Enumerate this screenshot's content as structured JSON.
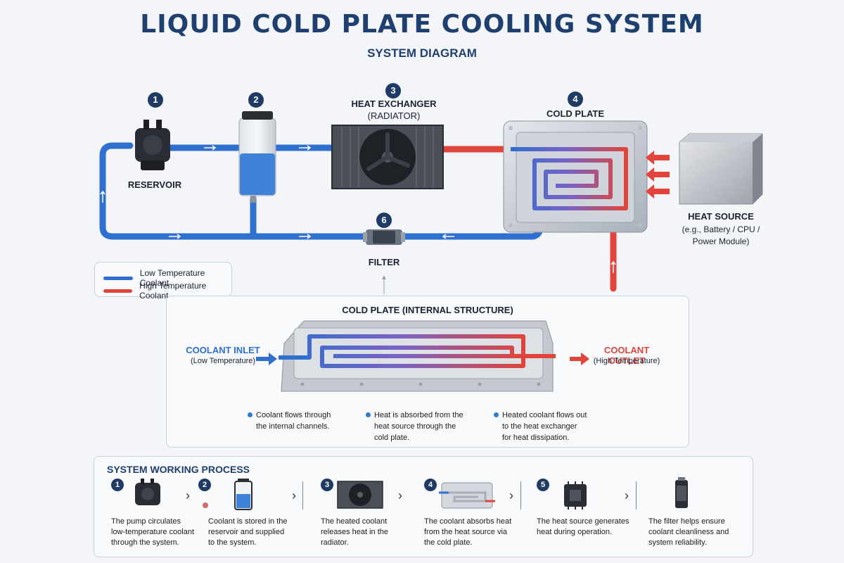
{
  "header": {
    "title": "LIQUID COLD PLATE COOLING SYSTEM",
    "subtitle": "SYSTEM DIAGRAM"
  },
  "components": {
    "pump": {
      "number": "1",
      "label": "RESERVOIR"
    },
    "reservoir": {
      "number": "2"
    },
    "heat_exchanger": {
      "number": "3",
      "label_line1": "HEAT EXCHANGER",
      "label_line2": "(RADIATOR)"
    },
    "cold_plate": {
      "number": "4",
      "label": "COLD PLATE"
    },
    "heat_source": {
      "label": "HEAT SOURCE",
      "line1": "(e.g., Battery / CPU /",
      "line2": "Power Module)"
    },
    "filter": {
      "number": "6",
      "label": "FILTER"
    }
  },
  "legend": {
    "low": "Low Temperature Coolant",
    "high": "High Temperature Coolant",
    "low_color": "#2e6fd0",
    "high_color": "#e0443a"
  },
  "internal": {
    "title": "COLD PLATE (INTERNAL STRUCTURE)",
    "inlet": "COOLANT INLET",
    "inlet_sub": "(Low Temperature)",
    "outlet": "COOLANT OUTLET",
    "outlet_sub": "(High Temperature)",
    "notes": [
      {
        "line1": "Coolant flows through",
        "line2": "the internal channels.",
        "line3": ""
      },
      {
        "line1": "Heat is absorbed from the",
        "line2": "heat source through the",
        "line3": "cold plate."
      },
      {
        "line1": "Heated coolant flows out",
        "line2": "to the heat exchanger",
        "line3": "for heat dissipation."
      }
    ]
  },
  "process": {
    "title": "SYSTEM WORKING PROCESS",
    "steps": [
      {
        "number": "1",
        "icon": "pump-icon",
        "line1": "The pump circulates",
        "line2": "low-temperature coolant",
        "line3": "through the system."
      },
      {
        "number": "2",
        "icon": "reservoir-icon",
        "line1": "Coolant is stored in the",
        "line2": "reservoir and supplied",
        "line3": "to the system."
      },
      {
        "number": "3",
        "icon": "radiator-icon",
        "line1": "The heated coolant",
        "line2": "releases heat in the",
        "line3": "radiator."
      },
      {
        "number": "4",
        "icon": "cold-plate-icon",
        "line1": "The coolant absorbs heat",
        "line2": "from the heat source via",
        "line3": "the cold plate."
      },
      {
        "number": "5",
        "icon": "chip-icon",
        "line1": "The heat source generates",
        "line2": "heat during operation.",
        "line3": ""
      },
      {
        "number": "",
        "icon": "filter-icon",
        "line1": "The filter helps ensure",
        "line2": "coolant cleanliness and",
        "line3": "system reliability."
      }
    ]
  }
}
